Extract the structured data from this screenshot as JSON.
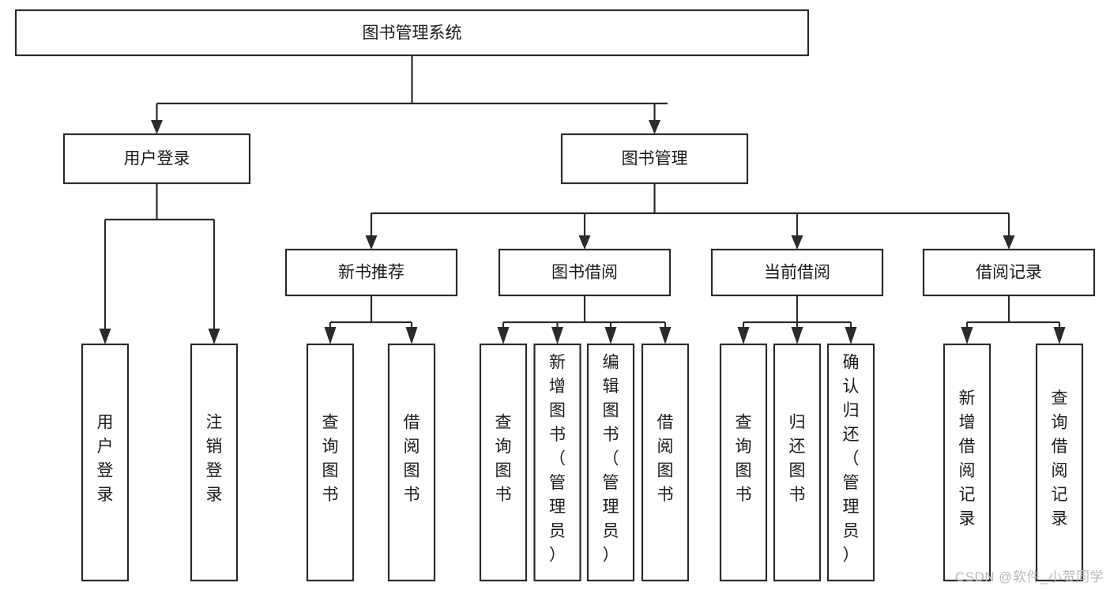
{
  "diagram": {
    "type": "tree-hierarchy",
    "title": "图书管理系统",
    "watermark": "CSDN @软件_小贺同学",
    "root": {
      "id": "root",
      "label": "图书管理系统",
      "level": 0
    },
    "level1": [
      {
        "id": "user-login",
        "label": "用户登录"
      },
      {
        "id": "book-manage",
        "label": "图书管理"
      }
    ],
    "level2": [
      {
        "id": "new-book-recommend",
        "label": "新书推荐",
        "parent": "book-manage"
      },
      {
        "id": "book-borrow",
        "label": "图书借阅",
        "parent": "book-manage"
      },
      {
        "id": "current-borrow",
        "label": "当前借阅",
        "parent": "book-manage"
      },
      {
        "id": "borrow-record",
        "label": "借阅记录",
        "parent": "book-manage"
      }
    ],
    "leaves": [
      {
        "id": "leaf-user-login",
        "label": "用户登录",
        "parent": "user-login"
      },
      {
        "id": "leaf-user-logout",
        "label": "注销登录",
        "parent": "user-login"
      },
      {
        "id": "leaf-query-book-1",
        "label": "查询图书",
        "parent": "new-book-recommend"
      },
      {
        "id": "leaf-borrow-book-1",
        "label": "借阅图书",
        "parent": "new-book-recommend"
      },
      {
        "id": "leaf-query-book-2",
        "label": "查询图书",
        "parent": "book-borrow"
      },
      {
        "id": "leaf-add-book",
        "label": "新增图书（管理员）",
        "parent": "book-borrow"
      },
      {
        "id": "leaf-edit-book",
        "label": "编辑图书（管理员）",
        "parent": "book-borrow"
      },
      {
        "id": "leaf-borrow-book-2",
        "label": "借阅图书",
        "parent": "book-borrow"
      },
      {
        "id": "leaf-query-book-3",
        "label": "查询图书",
        "parent": "current-borrow"
      },
      {
        "id": "leaf-return-book",
        "label": "归还图书",
        "parent": "current-borrow"
      },
      {
        "id": "leaf-confirm-return",
        "label": "确认归还（管理员）",
        "parent": "current-borrow"
      },
      {
        "id": "leaf-add-record",
        "label": "新增借阅记录",
        "parent": "borrow-record"
      },
      {
        "id": "leaf-query-record",
        "label": "查询借阅记录",
        "parent": "borrow-record"
      }
    ],
    "colors": {
      "stroke": "#2b2b2b",
      "fill": "#ffffff",
      "text": "#1a1a1a",
      "watermark": "#b9b9b9"
    }
  }
}
